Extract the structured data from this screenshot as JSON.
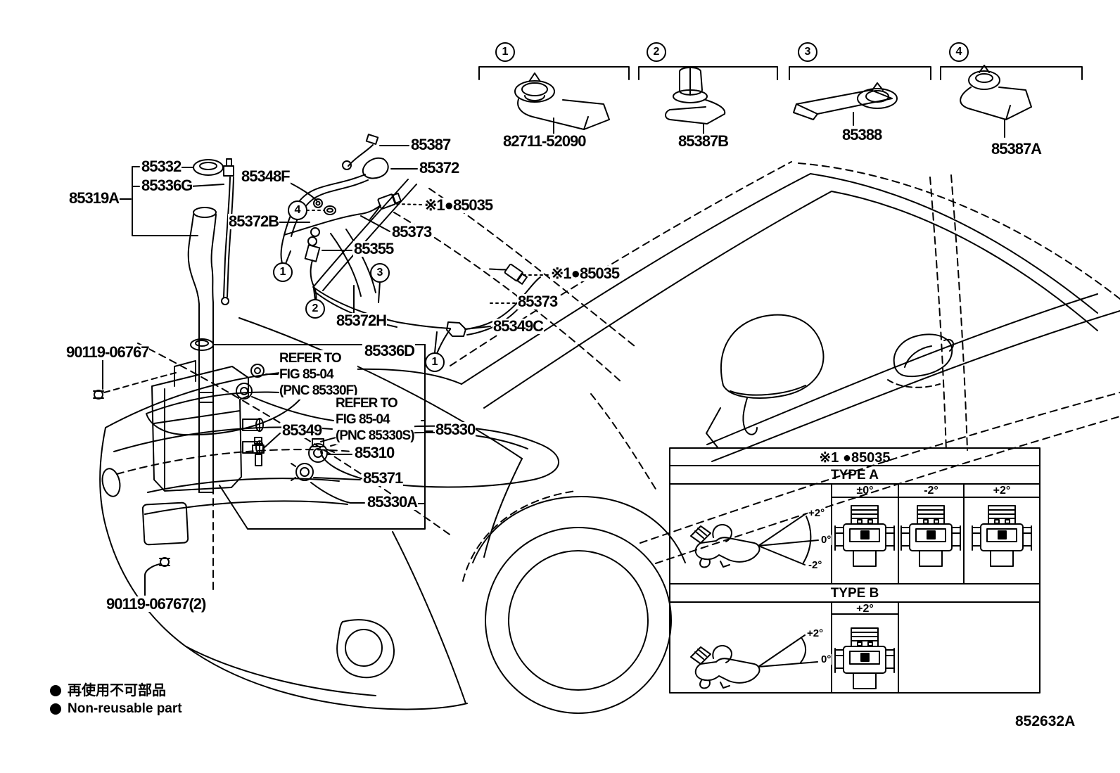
{
  "diagram": {
    "code": "852632A",
    "legend": {
      "jp": "再使用不可部品",
      "en": "Non-reusable part"
    },
    "top_items": [
      {
        "num": "1",
        "part_no": "82711-52090"
      },
      {
        "num": "2",
        "part_no": "85387B"
      },
      {
        "num": "3",
        "part_no": "85388"
      },
      {
        "num": "4",
        "part_no": "85387A"
      }
    ],
    "callout_numbers": {
      "n1": "1",
      "n2": "2",
      "n3": "3",
      "n4": "4"
    },
    "labels": {
      "p85387": "85387",
      "p85372": "85372",
      "p85348F": "85348F",
      "p85332": "85332",
      "p85336G": "85336G",
      "p85319A": "85319A",
      "p85372B": "85372B",
      "p85035_1": "※1●85035",
      "p85373_1": "85373",
      "p85355": "85355",
      "p85372H": "85372H",
      "p85035_2": "※1●85035",
      "p85373_2": "85373",
      "p85349C": "85349C",
      "p85336D": "85336D",
      "p90119": "90119-06767",
      "p85349": "85349",
      "p85330": "85330",
      "p85310": "85310",
      "p85371": "85371",
      "p85330A": "85330A",
      "p90119_2": "90119-06767(2)"
    },
    "refer_notes": [
      {
        "l1": "REFER TO",
        "l2": "FIG 85-04",
        "l3": "(PNC 85330F)"
      },
      {
        "l1": "REFER TO",
        "l2": "FIG 85-04",
        "l3": "(PNC 85330S)"
      }
    ],
    "table": {
      "title": "※1 ●85035",
      "type_a": {
        "label": "TYPE A",
        "cols": [
          "±0°",
          "-2°",
          "+2°"
        ],
        "angles": [
          "+2°",
          "0°",
          "-2°"
        ]
      },
      "type_b": {
        "label": "TYPE B",
        "cols": [
          "+2°"
        ],
        "angles": [
          "+2°",
          "0°"
        ]
      }
    }
  }
}
